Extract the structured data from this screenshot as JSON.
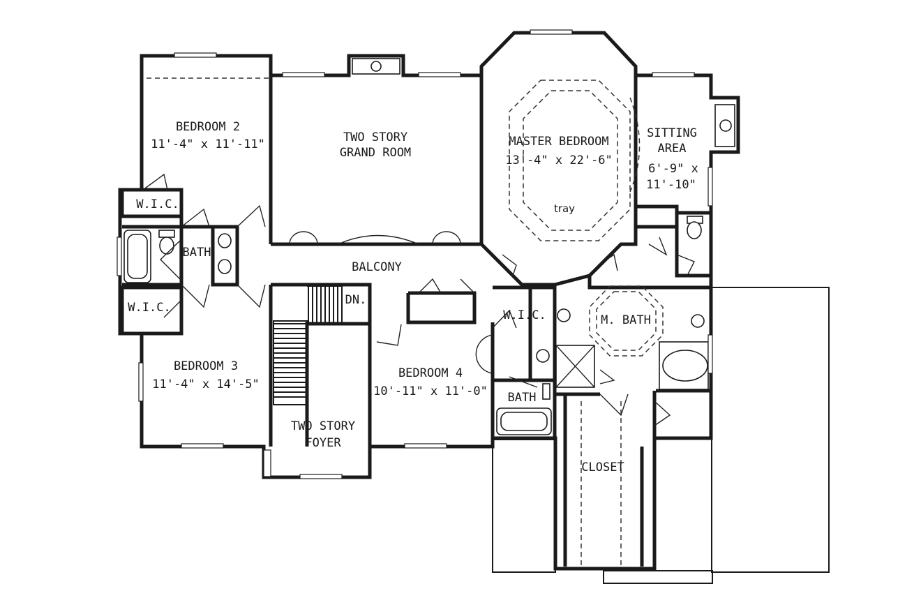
{
  "plan": {
    "rooms": {
      "bedroom2": {
        "name": "BEDROOM 2",
        "size": "11'-4\" x 11'-11\""
      },
      "grand_room": {
        "line1": "TWO STORY",
        "line2": "GRAND ROOM"
      },
      "master_bedroom": {
        "name": "MASTER BEDROOM",
        "size": "13'-4\" x 22'-6\"",
        "ceiling": "tray"
      },
      "sitting_area": {
        "line1": "SITTING",
        "line2": "AREA",
        "line3": "6'-9\" x",
        "line4": "11'-10\""
      },
      "wic_1": {
        "name": "W.I.C."
      },
      "bath_1": {
        "name": "BATH"
      },
      "wic_2": {
        "name": "W.I.C."
      },
      "balcony": {
        "name": "BALCONY"
      },
      "stairs": {
        "name": "DN."
      },
      "wic_3": {
        "name": "W.I.C."
      },
      "master_bath": {
        "name": "M. BATH"
      },
      "bedroom3": {
        "name": "BEDROOM 3",
        "size": "11'-4\" x 14'-5\""
      },
      "bedroom4": {
        "name": "BEDROOM 4",
        "size": "10'-11\" x 11'-0\""
      },
      "bath_2": {
        "name": "BATH"
      },
      "foyer": {
        "line1": "TWO STORY",
        "line2": "FOYER"
      },
      "closet": {
        "name": "CLOSET"
      }
    }
  }
}
